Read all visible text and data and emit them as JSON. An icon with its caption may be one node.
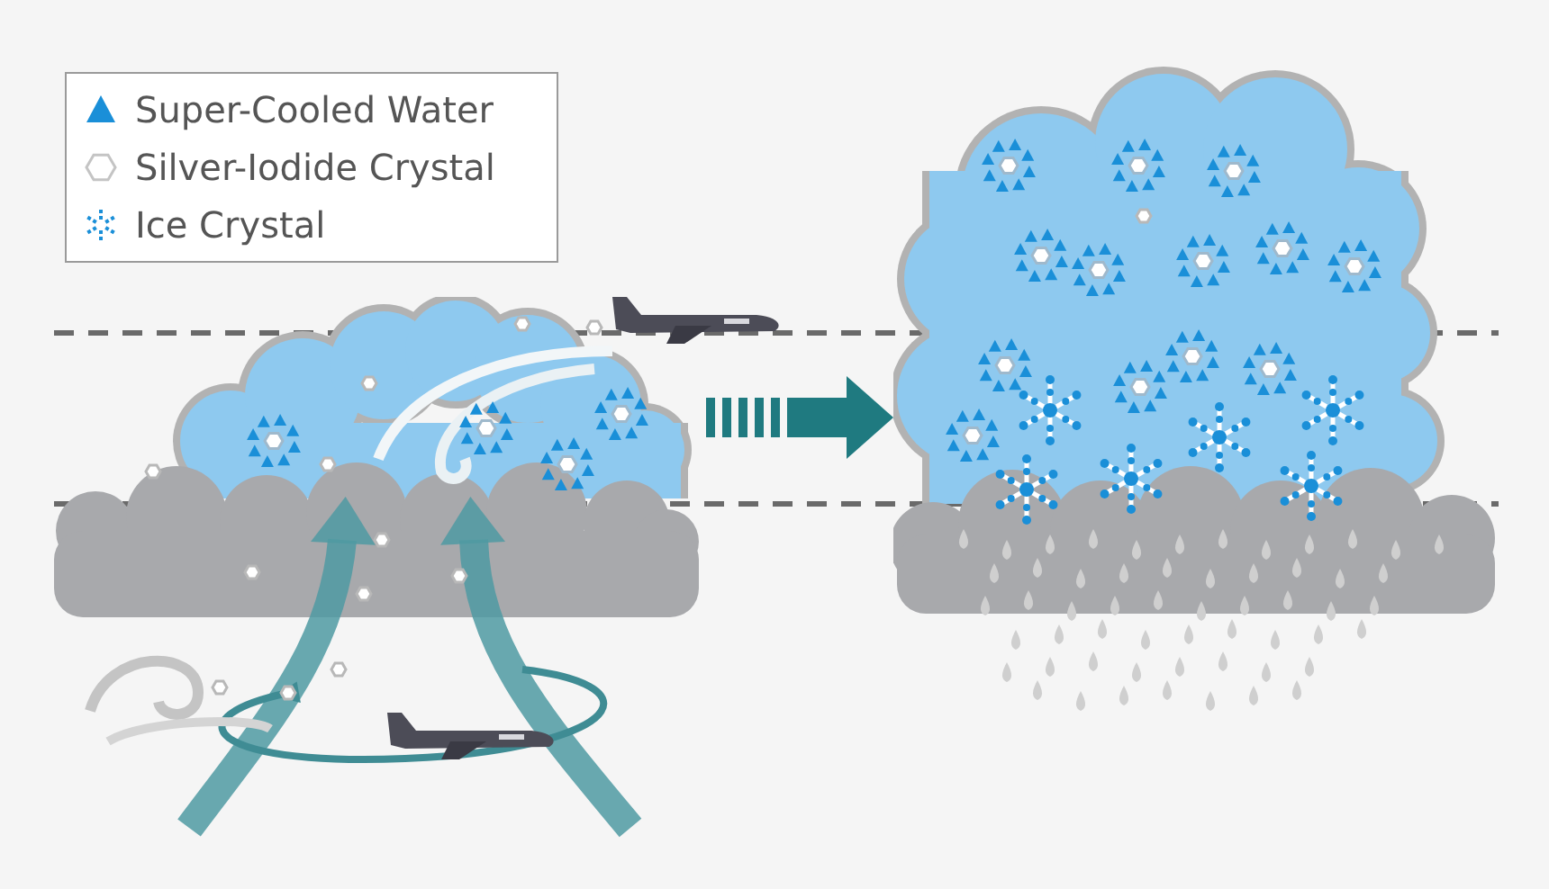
{
  "diagram": {
    "nodes": [
      {
        "text": [],
        "shape": "cloud"
      },
      {
        "text": [],
        "shape": "cloud"
      }
    ],
    "edges": [
      {
        "from": 0,
        "to": 1,
        "arrow": "to"
      }
    ],
    "legend": [
      {
        "text": "Super-Cooled Water"
      },
      {
        "text": "Silver-Iodide Crystal"
      },
      {
        "text": "Ice Crystal"
      }
    ]
  }
}
